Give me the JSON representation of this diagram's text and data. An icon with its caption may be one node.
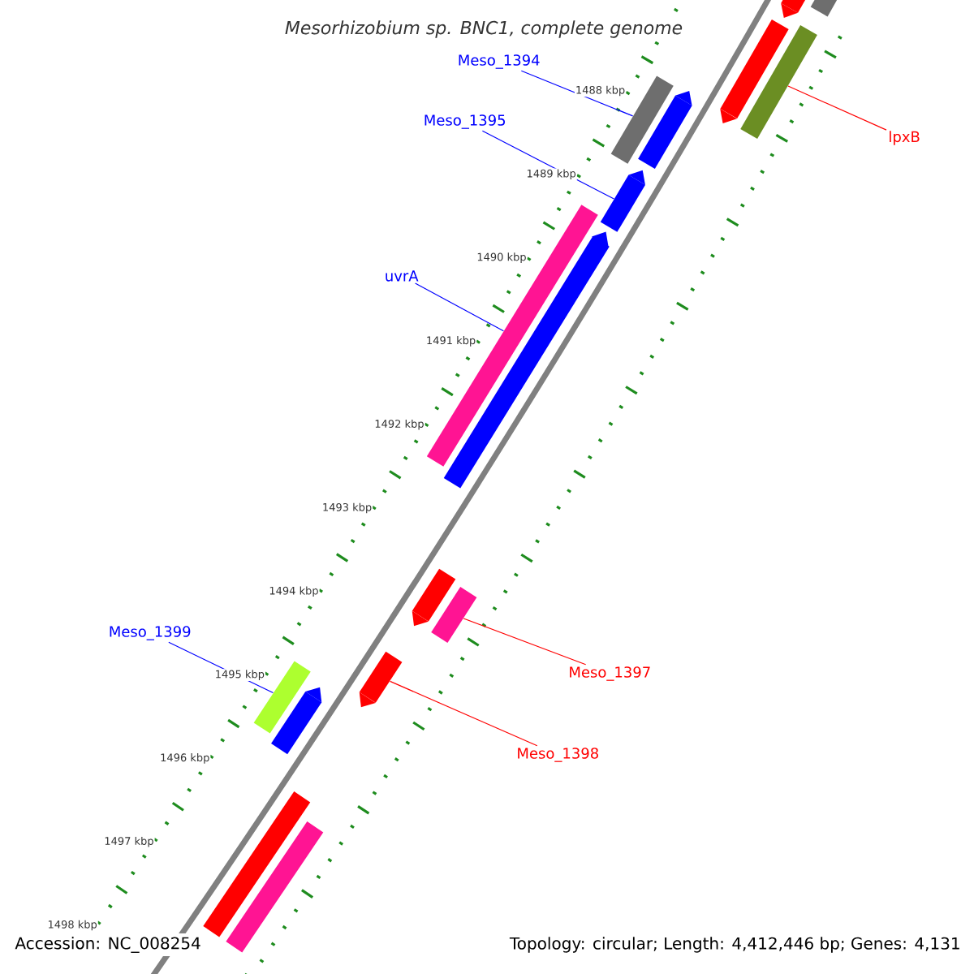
{
  "diagram": {
    "title": "Mesorhizobium sp. BNC1, complete genome",
    "nodes": [
      {
        "text": [],
        "shape": "bar"
      },
      {
        "text": [],
        "shape": "bar"
      },
      {
        "text": [],
        "shape": "bar"
      },
      {
        "text": [],
        "shape": "bar"
      },
      {
        "text": [
          "lpxB"
        ]
      },
      {
        "text": [
          "Meso_1394"
        ]
      },
      {
        "text": [],
        "shape": "bar"
      },
      {
        "text": [],
        "shape": "bar"
      },
      {
        "text": [
          "Meso_1395"
        ]
      },
      {
        "text": [],
        "shape": "bar"
      },
      {
        "text": [],
        "shape": "bar"
      },
      {
        "text": [],
        "shape": "bar"
      },
      {
        "text": [
          "uvrA"
        ]
      },
      {
        "text": [],
        "shape": "bar"
      },
      {
        "text": [],
        "shape": "bar"
      },
      {
        "text": [
          "Meso_1399"
        ]
      },
      {
        "text": [
          "Meso_1397"
        ]
      },
      {
        "text": [],
        "shape": "bar"
      },
      {
        "text": [],
        "shape": "bar"
      },
      {
        "text": [],
        "shape": "bar"
      },
      {
        "text": [
          "Meso_1398"
        ]
      },
      {
        "text": [],
        "shape": "bar"
      },
      {
        "text": [],
        "shape": "bar"
      }
    ],
    "edges": [
      {
        "from": 5,
        "to": 6,
        "arrow": "none"
      },
      {
        "from": 8,
        "to": 9,
        "arrow": "none"
      },
      {
        "from": 4,
        "to": 3,
        "arrow": "none",
        "color": "#ff0000"
      },
      {
        "from": 12,
        "to": 10,
        "arrow": "none"
      },
      {
        "from": 15,
        "to": 18,
        "arrow": "none"
      },
      {
        "from": 16,
        "to": 14,
        "arrow": "none",
        "color": "#ff0000"
      },
      {
        "from": 20,
        "to": 17,
        "arrow": "none",
        "color": "#ff0000"
      }
    ],
    "labels": [
      "1488 kbp",
      "1489 kbp",
      "1490 kbp",
      "1491 kbp",
      "1492 kbp",
      "1493 kbp",
      "1494 kbp",
      "1495 kbp",
      "1496 kbp",
      "1497 kbp",
      "1498 kbp",
      "Accession: NC_008254",
      "Topology: circular; Length: 4,412,446 bp; Genes: 4,131"
    ]
  }
}
